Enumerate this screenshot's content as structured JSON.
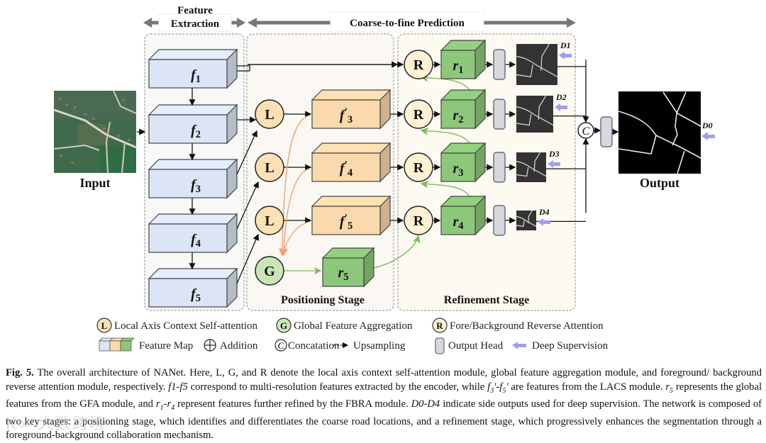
{
  "figure": {
    "section_headers": {
      "feature_extraction_line1": "Feature",
      "feature_extraction_line2": "Extraction",
      "coarse_to_fine": "Coarse-to-fine Prediction"
    },
    "input_label": "Input",
    "output_label": "Output",
    "encoder_blocks": [
      "f",
      "f",
      "f",
      "f",
      "f"
    ],
    "encoder_subscripts": [
      "1",
      "2",
      "3",
      "4",
      "5"
    ],
    "lacs_blocks": [
      {
        "name": "f",
        "sub": "3",
        "prime": "′"
      },
      {
        "name": "f",
        "sub": "4",
        "prime": "′"
      },
      {
        "name": "f",
        "sub": "5",
        "prime": "′"
      }
    ],
    "modules": {
      "L": "L",
      "G": "G",
      "R": "R",
      "C": "C"
    },
    "refine_blocks": [
      {
        "name": "r",
        "sub": "1"
      },
      {
        "name": "r",
        "sub": "2"
      },
      {
        "name": "r",
        "sub": "3"
      },
      {
        "name": "r",
        "sub": "4"
      }
    ],
    "global_block": {
      "name": "r",
      "sub": "5"
    },
    "side_outputs": [
      "D1",
      "D2",
      "D3",
      "D4"
    ],
    "final_output": "D0",
    "stage_labels": {
      "positioning": "Positioning Stage",
      "refinement": "Refinement Stage"
    },
    "colors": {
      "encoder": "#dbe5f5",
      "lacs": "#fbd9ad",
      "refine": "#8dc87a",
      "module_L": "#fce1b4",
      "module_G": "#c9e6b8",
      "module_R": "#fef1d4",
      "positioning_bg": "#fbf8f4",
      "refinement_bg": "#fdfaf1",
      "upsample_orange": "#f0a070",
      "upsample_green": "#7cbd5e",
      "supervision": "#9d9ef5"
    }
  },
  "legend": {
    "row1": [
      {
        "symbol": "L",
        "text": "Local Axis Context Self-attention"
      },
      {
        "symbol": "G",
        "text": "Global Feature Aggregation"
      },
      {
        "symbol": "R",
        "text": "Fore/Background Reverse Attention"
      }
    ],
    "row2": [
      {
        "symbol": "feature-map",
        "text": "Feature Map"
      },
      {
        "symbol": "⊕",
        "text": "Addition"
      },
      {
        "symbol": "C",
        "text": "Concatation"
      },
      {
        "symbol": "dashed-arrow",
        "text": "Upsampling"
      },
      {
        "symbol": "output-head",
        "text": "Output Head"
      },
      {
        "symbol": "supervision-arrow",
        "text": "Deep Supervision"
      }
    ]
  },
  "caption": {
    "label": "Fig. 5.",
    "s1": " The overall architecture of NANet. Here, L, G, and R denote the local axis context self-attention module, global feature aggregation module, and foreground/ background reverse attention module, respectively. ",
    "f1f5": "f1-f5",
    "s2": " correspond to multi-resolution features extracted by the encoder, while ",
    "f3": "f",
    "f3sub": "3",
    "dash": "′-",
    "f5": "f",
    "f5sub": "5",
    "prime": "′",
    "s3": " are features from the LACS module. ",
    "r5": "r",
    "r5sub": "5",
    "s4": " represents the global features from the GFA module, and ",
    "r1": "r",
    "r1sub": "1",
    "rdash": "-",
    "r4": "r",
    "r4sub": "4",
    "s5": " represent features further refined by the FBRA module. ",
    "d0d4": "D0-D4",
    "s6": " indicate side outputs used for deep supervision. The network is composed of two key stages: a positioning stage, which identifies and differentiates the coarse road locations, and a refinement stage, which progressively enhances the segmentation through a foreground-background collaboration mechanism."
  },
  "watermark": "K∞ 大数跨境"
}
